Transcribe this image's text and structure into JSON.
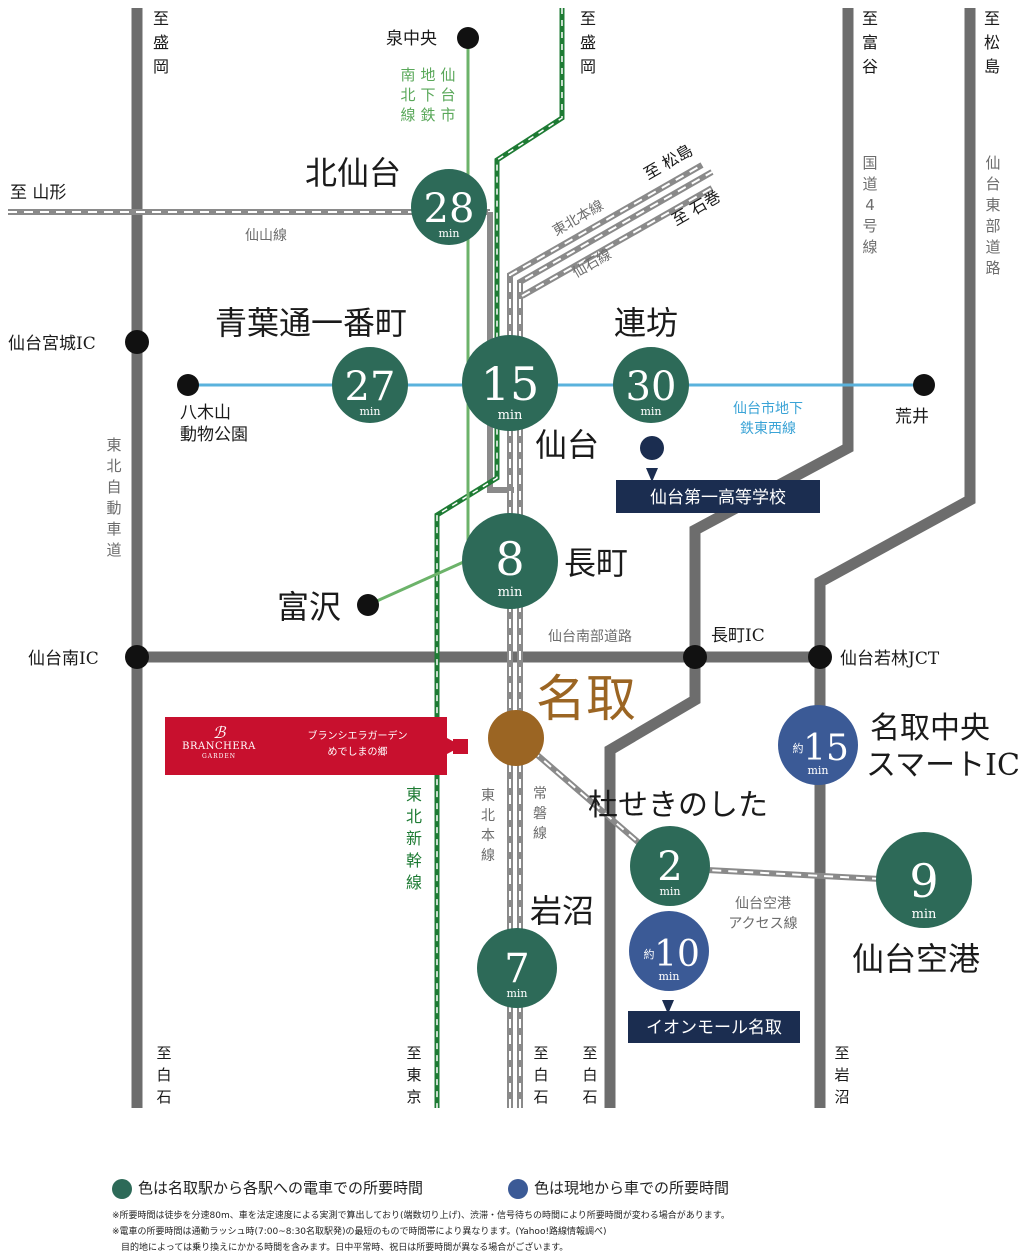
{
  "directions": {
    "morioka_l": "至盛岡",
    "morioka_r": "至盛岡",
    "tomiya": "至富谷",
    "matsushima_top": "至松島",
    "yamagata": "至 山形",
    "matsushima": "至 松島",
    "ishinomaki": "至 石巻",
    "shiroishi_l": "至白石",
    "tokyo": "至東京",
    "shiroishi_m": "至白石",
    "shiroishi_r": "至白石",
    "iwanuma": "至岩沼"
  },
  "line_labels": {
    "namboku": "仙台市地下鉄南北線",
    "tozai": "仙台市地下鉄東西線",
    "senzan": "仙山線",
    "tohoku_main_top": "東北本線",
    "senseki": "仙石線",
    "kokudo4": "国道4号線",
    "sendai_tobu": "仙台東部道路",
    "tohoku_expressway": "東北自動車道",
    "shinkansen": "東北新幹線",
    "tohoku_main_bottom": "東北本線",
    "joban": "常磐線",
    "sendai_nanbu": "仙台南部道路",
    "airport_access": "仙台空港アクセス線"
  },
  "places": {
    "izumi_chuo": "泉中央",
    "sendai_miyagi_ic": "仙台宮城IC",
    "yagiyama": "八木山動物公園",
    "arai": "荒井",
    "tomizawa": "富沢",
    "sendai_minami_ic": "仙台南IC",
    "nagamachi_ic": "長町IC",
    "wakabayashi_jct": "仙台若林JCT"
  },
  "stations": {
    "kitasendai": {
      "name": "北仙台",
      "minutes": "28",
      "unit": "min"
    },
    "aobadori": {
      "name": "青葉通一番町",
      "minutes": "27",
      "unit": "min"
    },
    "sendai": {
      "name": "仙台",
      "minutes": "15",
      "unit": "min"
    },
    "renbo": {
      "name": "連坊",
      "minutes": "30",
      "unit": "min"
    },
    "nagamachi": {
      "name": "長町",
      "minutes": "8",
      "unit": "min"
    },
    "natori": {
      "name": "名取"
    },
    "morisekinoshita": {
      "name": "杜せきのした",
      "minutes": "2",
      "unit": "min"
    },
    "iwanuma": {
      "name": "岩沼",
      "minutes": "7",
      "unit": "min"
    },
    "sendai_airport": {
      "name": "仙台空港",
      "minutes": "9",
      "unit": "min"
    }
  },
  "car_destinations": {
    "natori_chuo_ic": {
      "name_line1": "名取中央",
      "name_line2": "スマートIC",
      "prefix": "約",
      "minutes": "15",
      "unit": "min"
    },
    "aeon": {
      "name": "イオンモール名取",
      "prefix": "約",
      "minutes": "10",
      "unit": "min"
    },
    "daiichi_high": {
      "name": "仙台第一高等学校"
    }
  },
  "brand": {
    "mark": "ℬ",
    "logo_name": "BRANCHERA",
    "logo_sub": "GARDEN",
    "line1": "ブランシエラガーデン",
    "line2": "めでしまの郷"
  },
  "legend": {
    "train": "色は名取駅から各駅への電車での所要時間",
    "car": "色は現地から車での所要時間"
  },
  "notes": [
    "※所要時間は徒歩を分速80m、車を法定速度による実測で算出しており(端数切り上げ)、渋滞・信号待ちの時間により所要時間が変わる場合があります。",
    "※電車の所要時間は通勤ラッシュ時(7:00~8:30名取駅発)の最短のもので時間帯により異なります。(Yahoo!路線情報調べ)",
    "　目的地によっては乗り換えにかかる時間を含みます。日中平常時、祝日は所要時間が異なる場合がございます。"
  ],
  "colors": {
    "train_circle": "#2d6a58",
    "car_circle": "#3b5a96",
    "natori": "#9b6523",
    "road": "#6d6d6d",
    "namboku": "#6cb36a",
    "tozai": "#5ab2dc",
    "shinkansen": "#1e7b34",
    "brand_red": "#c8102e",
    "navy": "#1b2d50"
  }
}
